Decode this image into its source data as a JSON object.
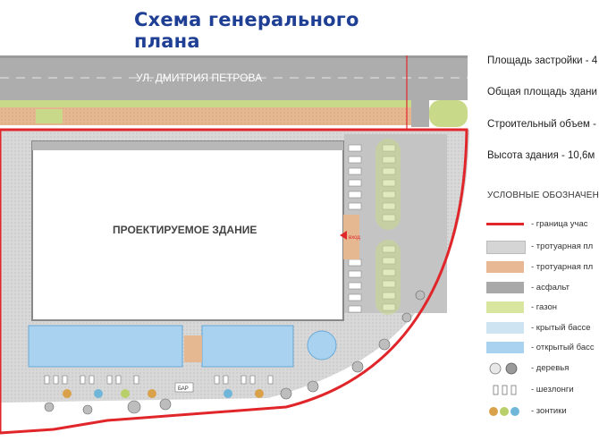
{
  "title": "Схема генерального плана",
  "plan": {
    "street_label": "УЛ. ДМИТРИЯ ПЕТРОВА",
    "building_label": "ПРОЕКТИРУЕМОЕ ЗДАНИЕ",
    "entrance_label": "вход",
    "bar_label": "БАР"
  },
  "stats": [
    {
      "text": "Площадь застройки - 4"
    },
    {
      "text": "Общая площадь здани"
    },
    {
      "text": "Строительный объем -"
    },
    {
      "text": "Высота здания  - 10,6м"
    }
  ],
  "legend": {
    "title": "УСЛОВНЫЕ ОБОЗНАЧЕН",
    "items": [
      {
        "key": "boundary",
        "label": "- граница учас",
        "color": "#e0262a"
      },
      {
        "key": "sidewalk-gray",
        "label": "- тротуарная пл",
        "color": "#d5d5d5"
      },
      {
        "key": "sidewalk-tan",
        "label": "- тротуарная пл",
        "color": "#e8b894"
      },
      {
        "key": "asphalt",
        "label": "- асфальт",
        "color": "#a9a9a9"
      },
      {
        "key": "lawn",
        "label": "- газон",
        "color": "#d9e6a0"
      },
      {
        "key": "covered-pool",
        "label": "- крытый бассе",
        "color": "#cfe4f3"
      },
      {
        "key": "open-pool",
        "label": "- открытый басс",
        "color": "#a8d2f0"
      },
      {
        "key": "trees",
        "label": "- деревья",
        "color": "#9a9a9a"
      },
      {
        "key": "loungers",
        "label": "- шезлонги",
        "color": "#777777"
      },
      {
        "key": "umbrellas",
        "label": "- зонтики",
        "color": "#d9a24a"
      }
    ]
  }
}
